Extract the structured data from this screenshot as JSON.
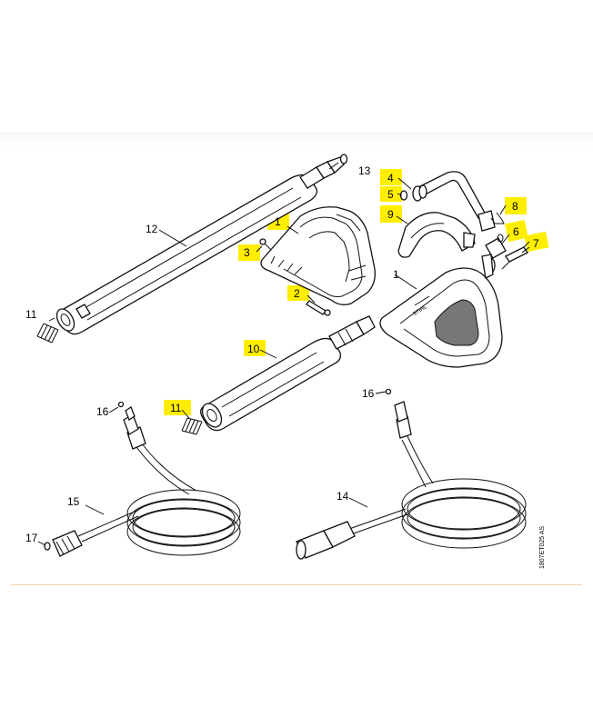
{
  "diagram": {
    "highlight_color": "#ffee00",
    "labels": {
      "l1a": "1",
      "l1b": "1",
      "l2": "2",
      "l3": "3",
      "l4": "4",
      "l5": "5",
      "l6": "6",
      "l7": "7",
      "l8": "8",
      "l9": "9",
      "l10": "10",
      "l11a": "11",
      "l11b": "11",
      "l12": "12",
      "l13": "13",
      "l14": "14",
      "l15": "15",
      "l16a": "16",
      "l16b": "16",
      "l17": "17"
    },
    "drawing_code": "1807ET025 AS",
    "gun_logo": "STIHL"
  }
}
